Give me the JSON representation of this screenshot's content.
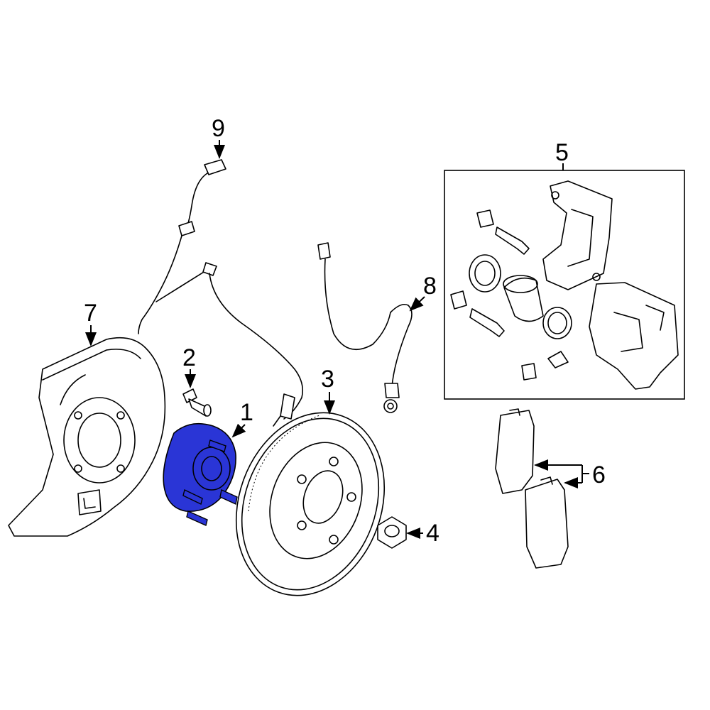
{
  "highlight_color": "#2a35d6",
  "callouts": [
    {
      "id": "1",
      "text": "1"
    },
    {
      "id": "2",
      "text": "2"
    },
    {
      "id": "3",
      "text": "3"
    },
    {
      "id": "4",
      "text": "4"
    },
    {
      "id": "5",
      "text": "5"
    },
    {
      "id": "6",
      "text": "6"
    },
    {
      "id": "7",
      "text": "7"
    },
    {
      "id": "8",
      "text": "8"
    },
    {
      "id": "9",
      "text": "9"
    }
  ]
}
